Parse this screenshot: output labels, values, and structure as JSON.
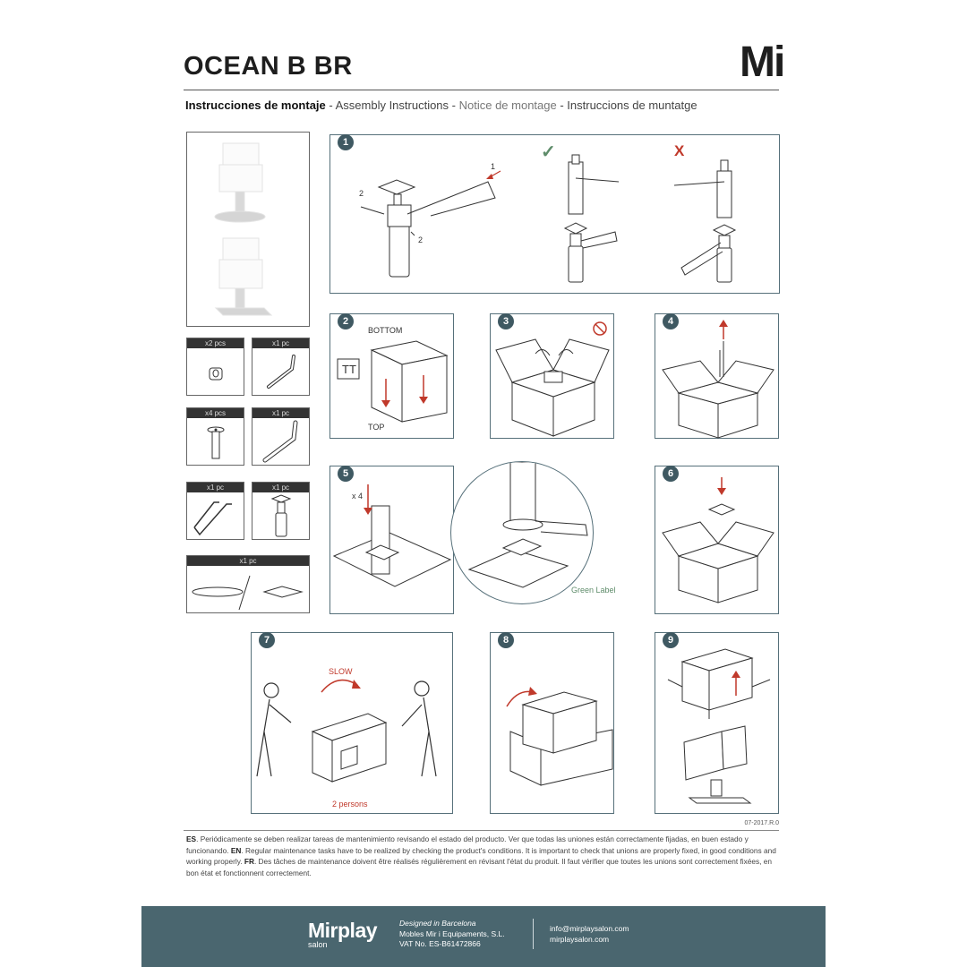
{
  "title": "OCEAN B BR",
  "logo": "Mi",
  "subtitle": {
    "es": "Instrucciones de montaje",
    "sep1": " - ",
    "en": "Assembly Instructions",
    "sep2": "  - ",
    "fr": "Notice de montage",
    "sep3": " - ",
    "ca": "Instruccions de muntatge"
  },
  "parts": [
    {
      "qty": "x2 pcs"
    },
    {
      "qty": "x1 pc"
    },
    {
      "qty": "x4 pcs"
    },
    {
      "qty": "x1 pc"
    },
    {
      "qty": "x1 pc"
    },
    {
      "qty": "x1 pc"
    },
    {
      "qty": "x1 pc"
    }
  ],
  "steps": {
    "s1": {
      "number": "1",
      "check": "✓",
      "cross": "X",
      "callout1": "1",
      "callout2a": "2",
      "callout2b": "2"
    },
    "s2": {
      "number": "2",
      "bottom": "BOTTOM",
      "top": "TOP"
    },
    "s3": {
      "number": "3"
    },
    "s4": {
      "number": "4"
    },
    "s5": {
      "number": "5",
      "qty": "x 4",
      "green_label": "Green Label"
    },
    "s6": {
      "number": "6"
    },
    "s7": {
      "number": "7",
      "slow": "SLOW",
      "persons": "2 persons"
    },
    "s8": {
      "number": "8"
    },
    "s9": {
      "number": "9"
    }
  },
  "version": "07-2017.R.0",
  "notes": {
    "es_tag": "ES",
    "es": ". Periódicamente se deben realizar tareas de mantenimiento revisando el estado del producto. Ver que todas las uniones están correctamente fijadas, en buen estado y funcionando. ",
    "en_tag": "EN",
    "en": ". Regular maintenance tasks have to be realized by checking the product's conditions. It is important to check that unions are properly fixed, in good conditions and working properly. ",
    "fr_tag": "FR",
    "fr": ". Des tâches de maintenance doivent être réalisés régulièrement en révisant l'état du produit. Il faut vérifier que toutes les unions sont correctement fixées, en bon état et fonctionnent correctement."
  },
  "footer": {
    "brand": "Mirplay",
    "brand_sub": "salon",
    "designed": "Designed in Barcelona",
    "company": "Mobles Mir i Equipaments, S.L.",
    "vat": "VAT No. ES-B61472866",
    "email": "info@mirplaysalon.com",
    "web": "mirplaysalon.com"
  },
  "colors": {
    "accent": "#4a666f",
    "badge": "#3f5962",
    "arrow": "#c0392b",
    "check": "#5e8c6a"
  }
}
